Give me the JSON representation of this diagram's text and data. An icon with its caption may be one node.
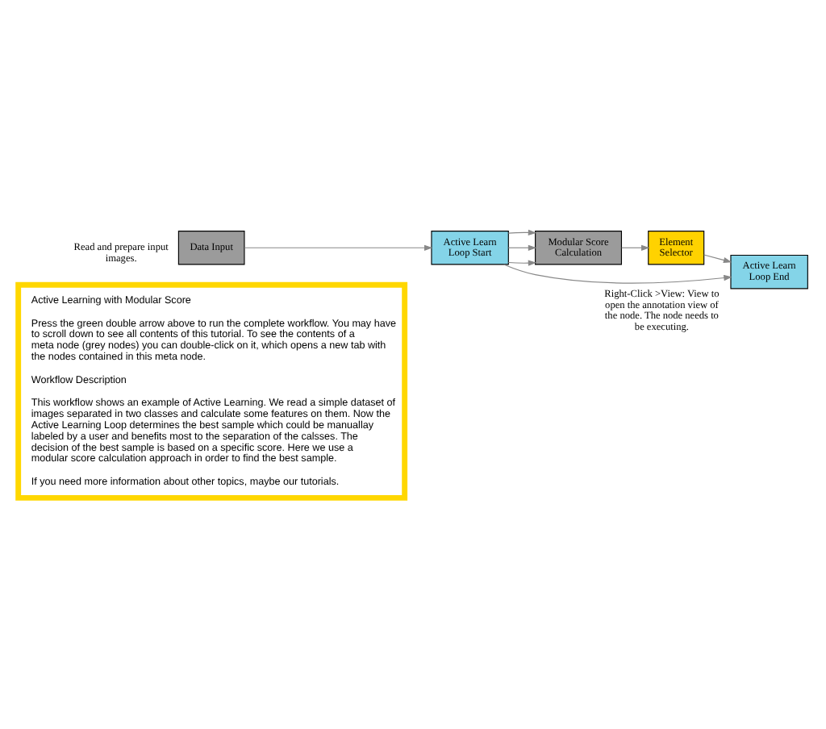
{
  "diagram": {
    "nodes": [
      {
        "text": [
          "Active Learning with Modular Score",
          "Press the green double arrow above to run the complete workflow. You may have to scroll down to see all contents of this tutorial. To see the contents of a meta node (grey nodes) you can double-click on it, which opens a new tab with the nodes contained in this meta node.",
          "Workflow Description",
          "This workflow shows an example of Active Learning. We read a simple dataset of images separated in two classes and calculate some features on them. Now the Active Learning Loop determines the best sample which could be manuallay labeled by a user and benefits most to the separation of the calsses. The decision of the best sample is based on a specific score. Here we use a modular score calculation approach in order to find the best sample.",
          "If you need more information about other topics, maybe our tutorials."
        ]
      },
      {
        "text": [
          "Data Input"
        ],
        "beside": [
          "Read and prepare input images."
        ]
      },
      {
        "text": [
          "Active Learn Loop Start"
        ]
      },
      {
        "text": [
          "Modular Score Calculation"
        ]
      },
      {
        "text": [
          "Element Selector"
        ]
      },
      {
        "text": [
          "Active Learn Loop End"
        ],
        "beside": [
          "Right-Click >View: View to open the annotation view of the node. The node needs to be executing."
        ]
      }
    ],
    "edges": [
      {
        "from": 1,
        "to": 2,
        "arrow": "to"
      },
      {
        "from": 2,
        "to": 3,
        "arrow": "to"
      },
      {
        "from": 2,
        "to": 3,
        "arrow": "to"
      },
      {
        "from": 2,
        "to": 3,
        "arrow": "to"
      },
      {
        "from": 2,
        "to": 5,
        "arrow": "to"
      },
      {
        "from": 3,
        "to": 4,
        "arrow": "to"
      },
      {
        "from": 4,
        "to": 5,
        "arrow": "to"
      }
    ]
  }
}
